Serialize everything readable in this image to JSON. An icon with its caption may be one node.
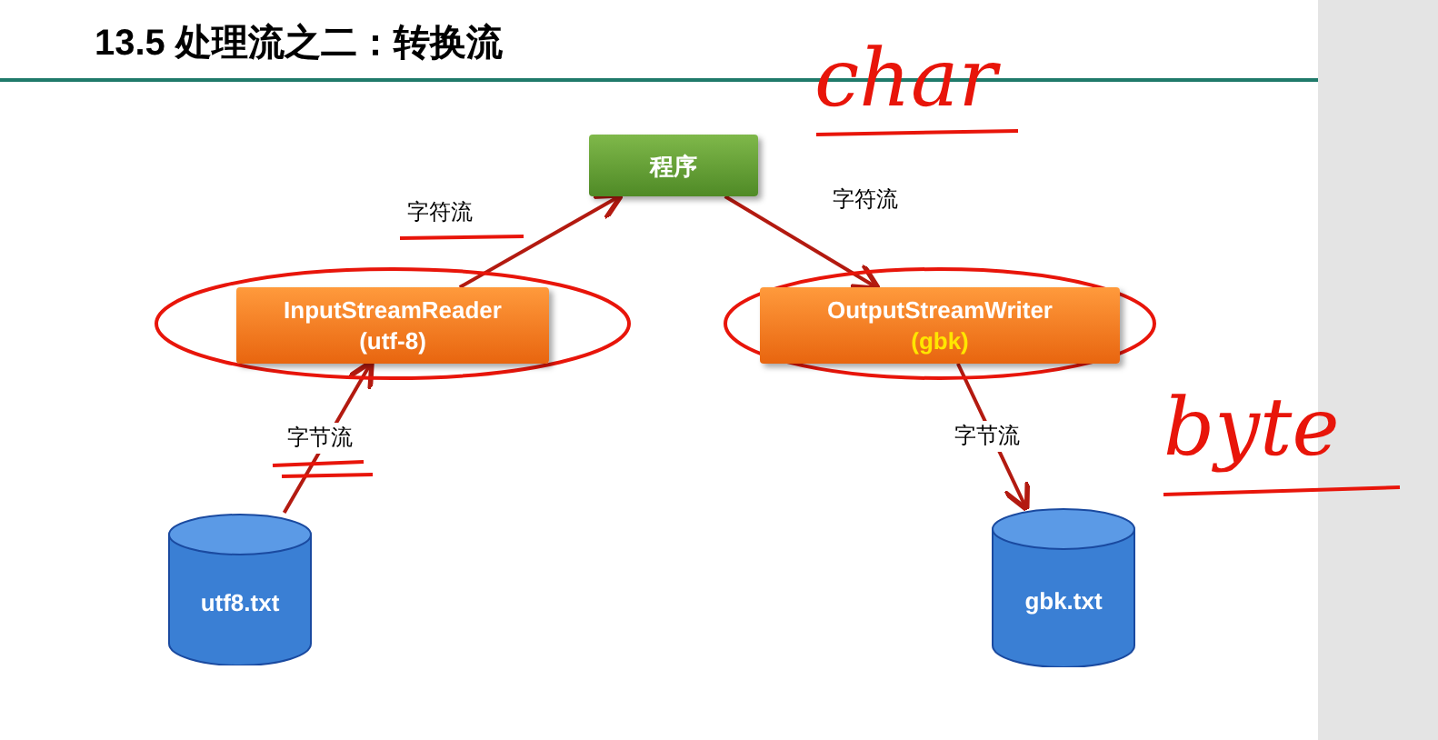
{
  "diagram": {
    "title": "13.5 处理流之二：转换流",
    "nodes": [
      {
        "text": [
          "程序"
        ]
      },
      {
        "text": [
          "InputStreamReader",
          "(utf-8)"
        ]
      },
      {
        "text": [
          "OutputStreamWriter",
          "(gbk)"
        ]
      },
      {
        "text": [
          "utf8.txt"
        ]
      },
      {
        "text": [
          "gbk.txt"
        ]
      }
    ],
    "edges": [
      {
        "from": 3,
        "to": 1,
        "arrow": "to",
        "label": "字节流"
      },
      {
        "from": 1,
        "to": 0,
        "arrow": "to",
        "label": "字符流"
      },
      {
        "from": 0,
        "to": 2,
        "arrow": "to",
        "label": "字符流"
      },
      {
        "from": 2,
        "to": 4,
        "arrow": "to",
        "label": "字节流"
      }
    ],
    "labels": [
      "char",
      "byte"
    ]
  }
}
